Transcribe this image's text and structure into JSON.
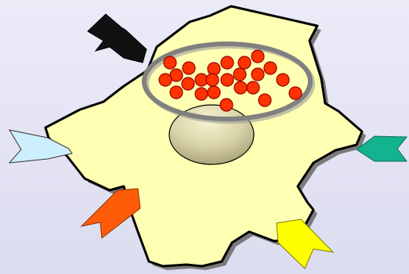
{
  "colors": {
    "background": "#e6e6f4",
    "cell_fill": "#ffffb3",
    "cell_outline": "#000000",
    "cell_shadow": "#7a7a7a",
    "granule_fill": "#ff3300",
    "granule_outline": "#990000",
    "vesicle_ring": "#808080",
    "nucleus_light": "#f7f4d2",
    "nucleus_dark": "#a8a178",
    "receptor_black": "#111111",
    "receptor_light_blue": "#cdeefc",
    "receptor_teal": "#12b38e",
    "receptor_orange": "#ff5c0a",
    "receptor_yellow": "#ffff00"
  },
  "diagram": {
    "icons": [
      "cell-body",
      "nucleus",
      "granule-vesicle",
      "granule",
      "receptor-arrow-black",
      "receptor-arrow-light-blue",
      "receptor-arrow-teal",
      "receptor-arrow-orange",
      "receptor-arrow-yellow"
    ],
    "granule_count": 23
  }
}
